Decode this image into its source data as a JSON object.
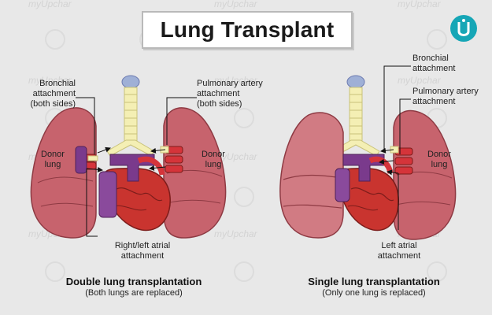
{
  "title": "Lung Transplant",
  "watermark": "myUpchar",
  "colors": {
    "background": "#e8e8e8",
    "lung": "#c7636d",
    "lung_dark": "#a84550",
    "heart": "#c9342f",
    "vessel_purple": "#7a3a8c",
    "artery_red": "#d5343a",
    "trachea": "#f4efb4",
    "logo": "#16a6b6"
  },
  "labels": {
    "bronchial_left": [
      "Bronchial",
      "attachment",
      "(both sides)"
    ],
    "pulmonary_left": [
      "Pulmonary artery",
      "attachment",
      "(both sides)"
    ],
    "donor_left_a": [
      "Donor",
      "lung"
    ],
    "donor_left_b": [
      "Donor",
      "lung"
    ],
    "atrial_left": [
      "Right/left atrial",
      "attachment"
    ],
    "bronchial_right": [
      "Bronchial",
      "attachment"
    ],
    "pulmonary_right": [
      "Pulmonary artery",
      "attachment"
    ],
    "donor_right": [
      "Donor",
      "lung"
    ],
    "atrial_right": [
      "Left atrial",
      "attachment"
    ]
  },
  "captions": {
    "double_title": "Double lung transplantation",
    "double_sub": "(Both lungs are replaced)",
    "single_title": "Single lung transplantation",
    "single_sub": "(Only one lung is replaced)"
  },
  "icons": [
    "logo-icon",
    "watermark-icon"
  ]
}
